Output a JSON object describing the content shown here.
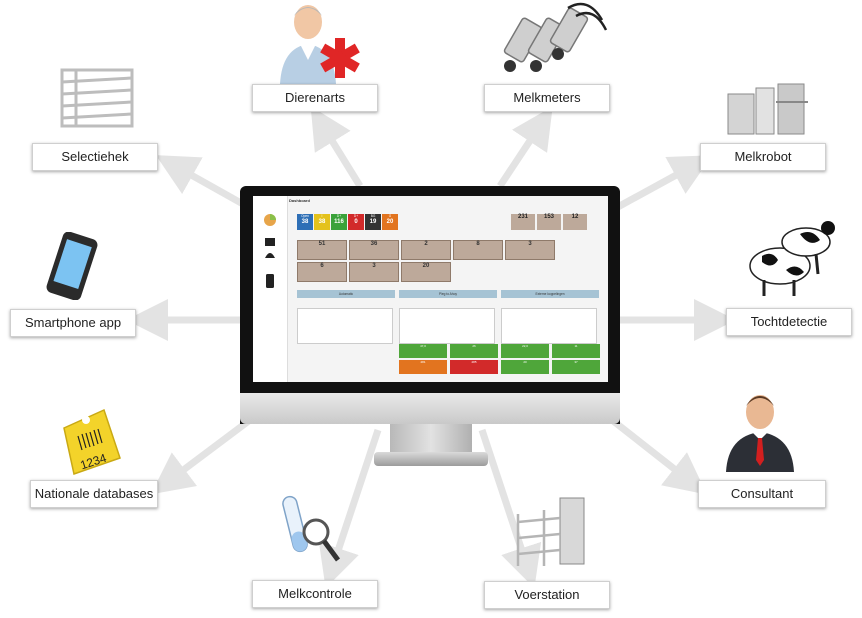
{
  "nodes": {
    "dierenarts": "Dierenarts",
    "melkmeters": "Melkmeters",
    "selectiehek": "Selectiehek",
    "melkrobot": "Melkrobot",
    "smartphone_app": "Smartphone app",
    "tochtdetectie": "Tochtdetectie",
    "nationale_databases": "Nationale databases",
    "consultant": "Consultant",
    "melkcontrole": "Melkcontrole",
    "voerstation": "Voerstation"
  },
  "screen": {
    "title": "Dashboard",
    "kpis": [
      {
        "label": "Open",
        "value": "38",
        "color": "#2e6fb6"
      },
      {
        "label": "I",
        "value": "38",
        "color": "#e4c21c"
      },
      {
        "label": "D+",
        "value": "116",
        "color": "#3aa23a"
      },
      {
        "label": "D+",
        "value": "0",
        "color": "#d22a2a"
      },
      {
        "label": "BG",
        "value": "19",
        "color": "#333333"
      },
      {
        "label": "G",
        "value": "20",
        "color": "#e2741f"
      }
    ],
    "kpis_right": [
      {
        "value": "231"
      },
      {
        "value": "153"
      },
      {
        "value": "12"
      }
    ],
    "attention_values": [
      "51",
      "36",
      "2",
      "8",
      "3",
      "6",
      "3",
      "20"
    ],
    "processes": [
      "Automatic",
      "Pleg to Ahoy",
      "Externe koppelingen"
    ],
    "tiles": [
      {
        "value": "47,0",
        "color": "#4fa63a"
      },
      {
        "value": "26",
        "color": "#4fa63a"
      },
      {
        "value": "22,0",
        "color": "#4fa63a"
      },
      {
        "value": "11",
        "color": "#4fa63a"
      },
      {
        "value": "281",
        "color": "#e2741f"
      },
      {
        "value": "285",
        "color": "#d22a2a"
      },
      {
        "value": "20",
        "color": "#4fa63a"
      },
      {
        "value": "37",
        "color": "#4fa63a"
      }
    ]
  },
  "colors": {
    "arrow": "#e3e3e3",
    "monitor_bezel": "#111111"
  }
}
